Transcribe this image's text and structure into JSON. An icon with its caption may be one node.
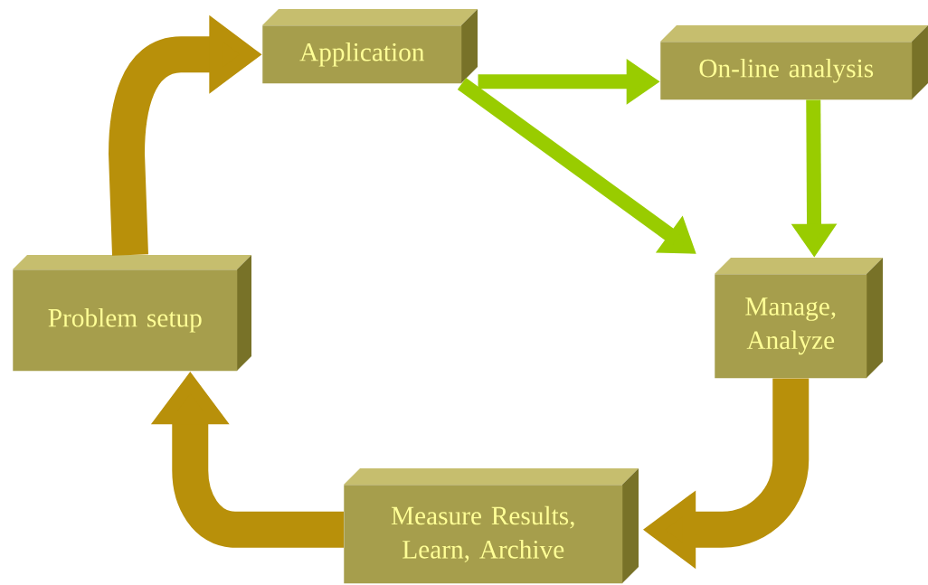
{
  "diagram": {
    "nodes": [
      {
        "text": [
          "Application"
        ]
      },
      {
        "text": [
          "On-line analysis"
        ]
      },
      {
        "text": [
          "Problem setup"
        ]
      },
      {
        "text": [
          "Manage, Analyze"
        ]
      },
      {
        "text": [
          "Measure Results, Learn, Archive"
        ]
      }
    ],
    "edges": [
      {
        "from": 2,
        "to": 0,
        "arrow": "to",
        "style": "thick",
        "color": "#b8900a"
      },
      {
        "from": 0,
        "to": 1,
        "arrow": "to",
        "color": "#99cc00"
      },
      {
        "from": 0,
        "to": 3,
        "arrow": "to",
        "color": "#99cc00"
      },
      {
        "from": 1,
        "to": 3,
        "arrow": "to",
        "color": "#99cc00"
      },
      {
        "from": 3,
        "to": 4,
        "arrow": "to",
        "style": "thick",
        "color": "#b8900a"
      },
      {
        "from": 4,
        "to": 2,
        "arrow": "to",
        "style": "thick",
        "color": "#b8900a"
      }
    ]
  }
}
